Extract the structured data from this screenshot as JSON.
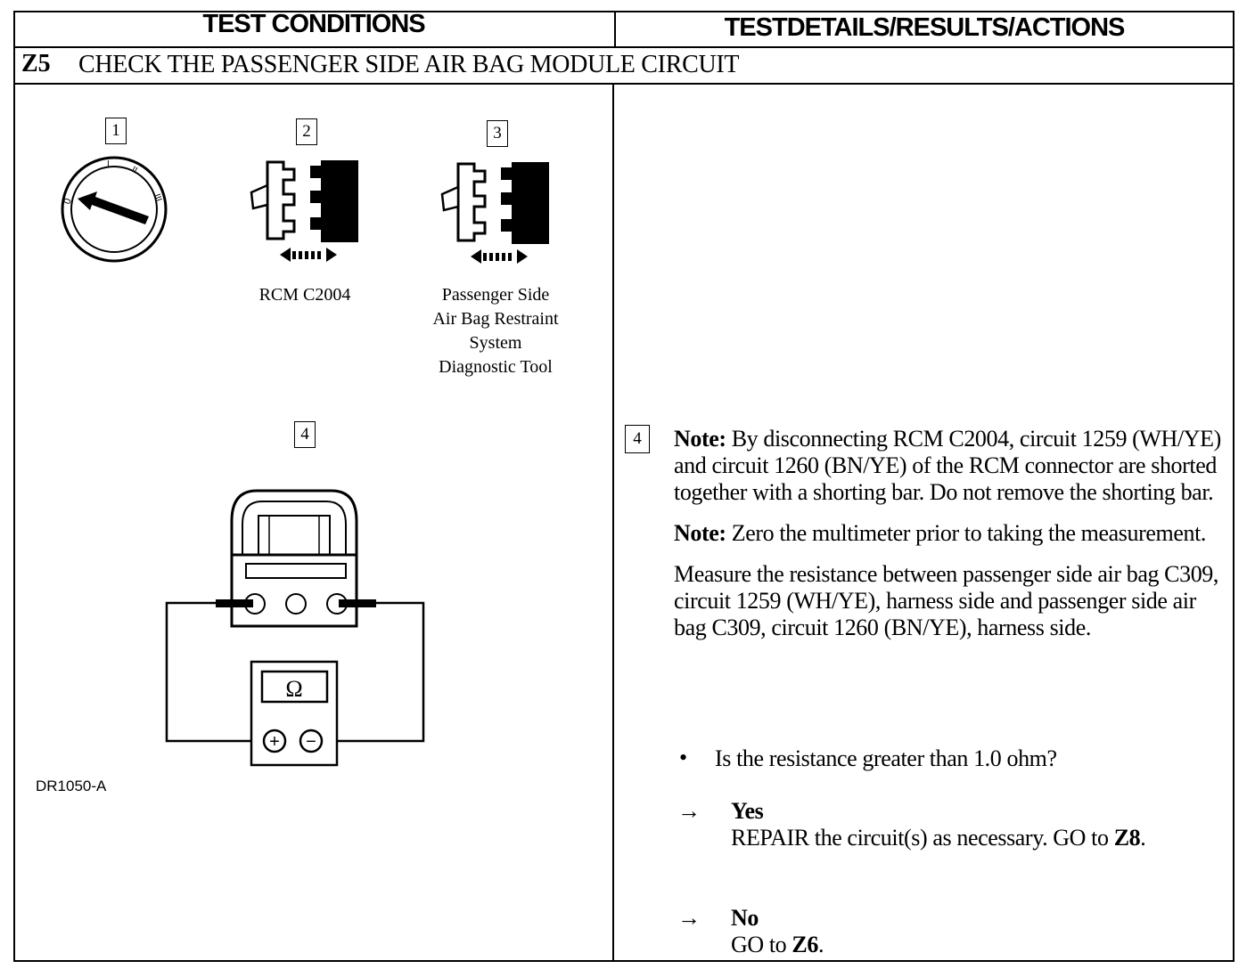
{
  "header": {
    "left": "TEST CONDITIONS",
    "right": "TESTDETAILS/RESULTS/ACTIONS"
  },
  "step": {
    "code": "Z5",
    "title": "CHECK THE PASSENGER SIDE AIR BAG MODULE CIRCUIT"
  },
  "figure": {
    "step1": "1",
    "step2": "2",
    "step3": "3",
    "step4": "4",
    "ignition_positions": [
      "0",
      "I",
      "II",
      "III"
    ],
    "connector1_label": "RCM C2004",
    "connector2_label_lines": [
      "Passenger Side",
      "Air Bag Restraint",
      "System",
      "Diagnostic Tool"
    ],
    "meter_symbol": "Ω",
    "plus": "+",
    "minus": "−",
    "figure_id": "DR1050-A"
  },
  "details": {
    "step_number": "4",
    "note1_label": "Note:",
    "note1_text": " By disconnecting RCM C2004, circuit 1259 (WH/YE) and circuit 1260 (BN/YE) of the RCM connector are shorted together with a shorting bar. Do not remove the shorting bar.",
    "note2_label": "Note:",
    "note2_text": " Zero the multimeter prior to taking the measurement.",
    "instruction": "Measure the resistance between passenger side air bag C309, circuit 1259 (WH/YE), harness side and passenger side air bag C309, circuit 1260 (BN/YE), harness side.",
    "bullet": "•",
    "question": "Is the resistance greater than 1.0 ohm?",
    "arrow": "→",
    "yes_label": "Yes",
    "yes_action": "REPAIR the circuit(s) as necessary. GO to ",
    "yes_goto": "Z8",
    "yes_period": ".",
    "no_label": "No",
    "no_action": "GO to ",
    "no_goto": "Z6",
    "no_period": "."
  }
}
